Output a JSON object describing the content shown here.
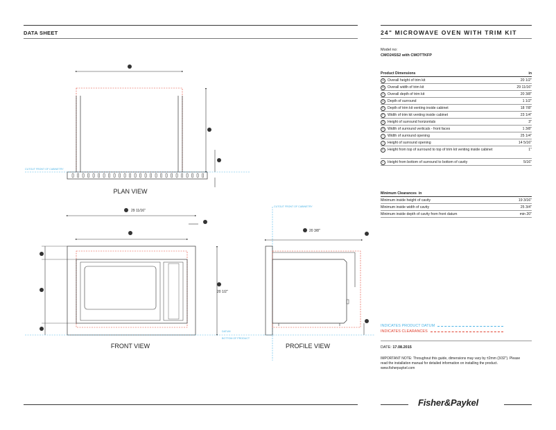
{
  "header": {
    "left_title": "DATA SHEET",
    "right_title": "24\" MICROWAVE OVEN WITH TRIM KIT"
  },
  "model": {
    "label": "Model no:",
    "value": "CMO24SS2 with CMOTTKFP"
  },
  "dimensions": {
    "heading": "Product Dimensions",
    "unit": "in",
    "rows": [
      {
        "key": "A",
        "label": "Overall height of trim kit",
        "value": "20 1/2\""
      },
      {
        "key": "B",
        "label": "Overall width of trim kit",
        "value": "29 11/16\""
      },
      {
        "key": "C",
        "label": "Overall depth of trim kit",
        "value": "20 3/8\""
      },
      {
        "key": "D",
        "label": "Depth of surround",
        "value": "1 1/2\""
      },
      {
        "key": "E",
        "label": "Depth of trim kit venting inside cabinet",
        "value": "18 7/8\""
      },
      {
        "key": "F",
        "label": "Width of trim kit venting inside cabinet",
        "value": "23 1/4\""
      },
      {
        "key": "G",
        "label": "Height of surround horizontals",
        "value": "3\""
      },
      {
        "key": "H",
        "label": "Width of surround verticals - front faces",
        "value": "1 3/8\""
      },
      {
        "key": "I",
        "label": "Width of surround opening",
        "value": "25 1/4\""
      },
      {
        "key": "J",
        "label": "Height of surround opening",
        "value": "14 5/16\""
      },
      {
        "key": "K",
        "label": "Height from top of surround to top of trim kit venting inside cabinet",
        "value": "1\""
      },
      {
        "key": "L",
        "label": "Height from bottom of surround to bottom of cavity",
        "value": "5/16\""
      }
    ]
  },
  "clearances": {
    "heading": "Minimum Clearances",
    "unit": "in",
    "rows": [
      {
        "label": "Minimum inside height of cavity",
        "value": "19 3/16\""
      },
      {
        "label": "Minimum inside width of cavity",
        "value": "25 3/4\""
      },
      {
        "label": "Minimum inside depth of cavity from front datum",
        "value": "min 20\""
      }
    ]
  },
  "legend": {
    "product_datum": "INDICATES PRODUCT DATUM",
    "clearances": "INDICATES CLEARANCES",
    "product_color": "#4ab3e6",
    "clearance_color": "#e0402f"
  },
  "date": {
    "label": "DATE:",
    "value": "17.08.2015"
  },
  "note": "IMPORTANT NOTE: Throughout this guide, dimensions may vary by ±2mm (3/32\"). Please read the installation manual for detailed information on installing the product. www.fisherpaykel.com",
  "brand": "Fisher&Paykel",
  "drawings": {
    "plan_view": "PLAN VIEW",
    "front_view": "FRONT VIEW",
    "profile_view": "PROFILE VIEW",
    "cutout_front_plan": "CUTOUT FRONT OF CABINETRY",
    "cutout_front_profile": "CUTOUT FRONT OF CABINETRY",
    "datum": "DATUM",
    "bottom_of_product": "BOTTOM OF PRODUCT",
    "dim_b": "29 11/16\"",
    "dim_a": "20 1/2\"",
    "dim_c": "20 3/8\""
  }
}
